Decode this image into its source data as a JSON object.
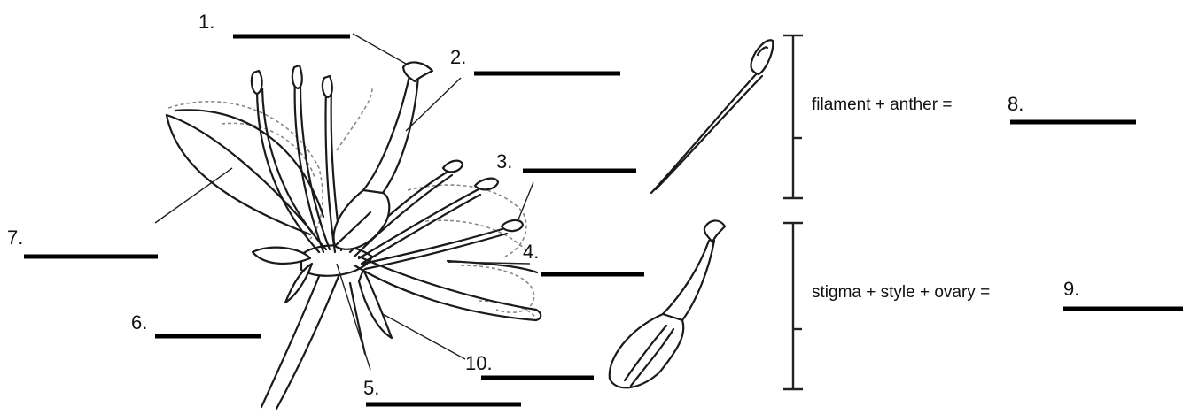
{
  "labels": {
    "n1": "1.",
    "n2": "2.",
    "n3": "3.",
    "n4": "4.",
    "n5": "5.",
    "n6": "6.",
    "n7": "7.",
    "n8": "8.",
    "n9": "9.",
    "n10": "10."
  },
  "equations": {
    "stamen": "filament + anther =",
    "pistil": "stigma + style + ovary ="
  }
}
